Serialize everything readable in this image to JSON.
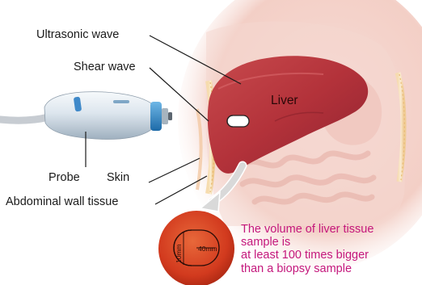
{
  "labels": {
    "ultrasonic_wave": "Ultrasonic wave",
    "shear_wave": "Shear wave",
    "liver": "Liver",
    "probe": "Probe",
    "skin": "Skin",
    "abdominal_wall": "Abdominal wall tissue"
  },
  "sample": {
    "width_label": "40mm",
    "height_label": "10mm"
  },
  "note_lines": [
    "The volume of liver tissue",
    "sample is",
    "at least 100 times bigger",
    "than a biopsy sample"
  ],
  "colors": {
    "liver": "#b5343a",
    "note_text": "#c4177c",
    "sample_circle": "#d23a1e",
    "background_tissue": "#f4d7cf"
  }
}
